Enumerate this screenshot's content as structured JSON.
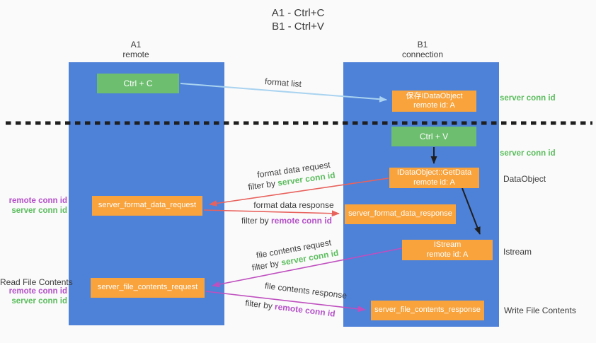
{
  "title": {
    "line1": "A1 - Ctrl+C",
    "line2": "B1 - Ctrl+V"
  },
  "lanes": {
    "left": {
      "name": "A1",
      "role": "remote"
    },
    "right": {
      "name": "B1",
      "role": "connection"
    }
  },
  "boxes": {
    "ctrl_c": "Ctrl + C",
    "ctrl_v": "Ctrl + V",
    "save_idataobject": {
      "line1": "保存IDataObject",
      "line2": "remote id: A"
    },
    "idataobject_getdata": {
      "line1": "IDataObject::GetData",
      "line2": "remote id: A"
    },
    "istream": {
      "line1": "IStream",
      "line2": "remote id: A"
    },
    "server_format_data_request": "server_format_data_request",
    "server_format_data_response": "server_format_data_response",
    "server_file_contents_request": "server_file_contents_request",
    "server_file_contents_response": "server_file_contents_response"
  },
  "arrow_labels": {
    "format_list": "format list",
    "format_data_request": "format data request",
    "format_data_response": "format data response",
    "file_contents_request": "file contents request",
    "file_contents_response": "file contents response",
    "filter_by": "filter by",
    "server_conn_id": "server conn id",
    "remote_conn_id": "remote conn id"
  },
  "side_labels": {
    "right_server_conn_id_1": "server conn id",
    "right_server_conn_id_2": "server conn id",
    "data_object": "DataObject",
    "istream": "Istream",
    "write_file_contents": "Write File Contents",
    "read_file_contents": "Read File Contents",
    "left_remote_conn_id_1": "remote conn id",
    "left_server_conn_id_1": "server conn id",
    "left_remote_conn_id_2": "remote conn id",
    "left_server_conn_id_2": "server conn id"
  },
  "colors": {
    "lane_blue": "#4e81d8",
    "box_green": "#6dbe6f",
    "box_orange": "#f8a33c",
    "text_green": "#5cbd5e",
    "text_purple": "#b44fc8",
    "arrow_red": "#e8625d",
    "arrow_magenta": "#bf4fbf",
    "arrow_blue": "#a9d3f0",
    "arrow_black": "#1f1f1f"
  }
}
